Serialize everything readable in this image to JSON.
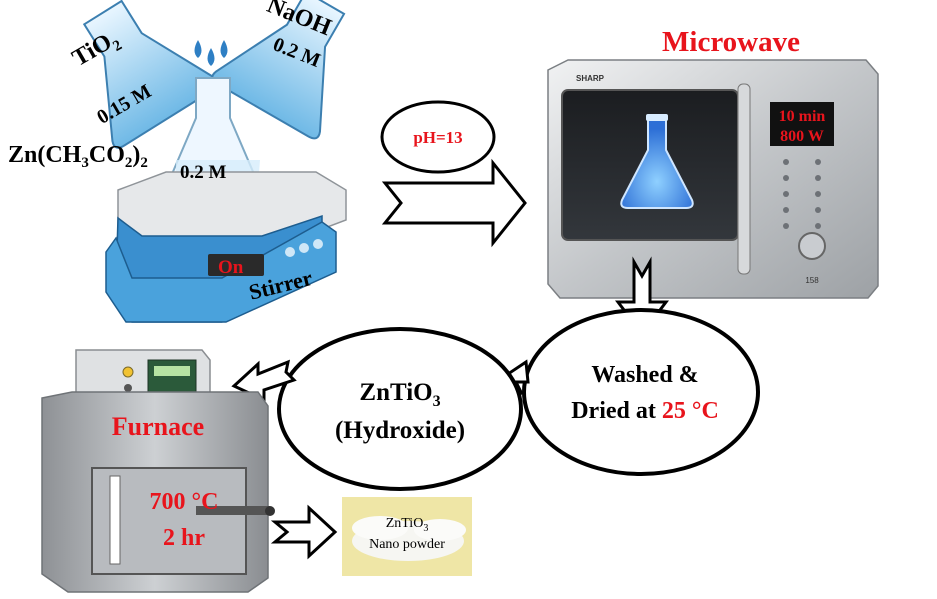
{
  "reagents": {
    "tio2": {
      "formula": "TiO",
      "subscript": "2",
      "concentration": "0.15 M"
    },
    "naoh": {
      "formula": "NaOH",
      "concentration": "0.2 M"
    },
    "zinc_acetate": {
      "formula_parts": [
        "Zn(CH",
        "3",
        "CO",
        "2",
        ")",
        "2"
      ],
      "concentration": "0.2 M"
    }
  },
  "stirrer": {
    "display": "On",
    "label": "Stirrer"
  },
  "ph": {
    "label": "pH=13"
  },
  "microwave": {
    "title": "Microwave",
    "brand": "SHARP",
    "time": "10 min",
    "power": "800 W",
    "model": "158"
  },
  "washed": {
    "line1": "Washed &",
    "line2_prefix": "Dried at ",
    "temperature": "25 °C"
  },
  "hydroxide": {
    "formula_main": "ZnTiO",
    "formula_sub": "3",
    "label": "(Hydroxide)"
  },
  "furnace": {
    "title": "Furnace",
    "temperature": "700 °C",
    "time": "2 hr"
  },
  "product": {
    "formula_main": "ZnTiO",
    "formula_sub": "3",
    "label": "Nano powder"
  },
  "colors": {
    "accent_red": "#e8141c",
    "liquid_blue": "#63b6e6",
    "stirrer_blue": "#3a8fcf",
    "powder_bg": "#efe6a6"
  }
}
